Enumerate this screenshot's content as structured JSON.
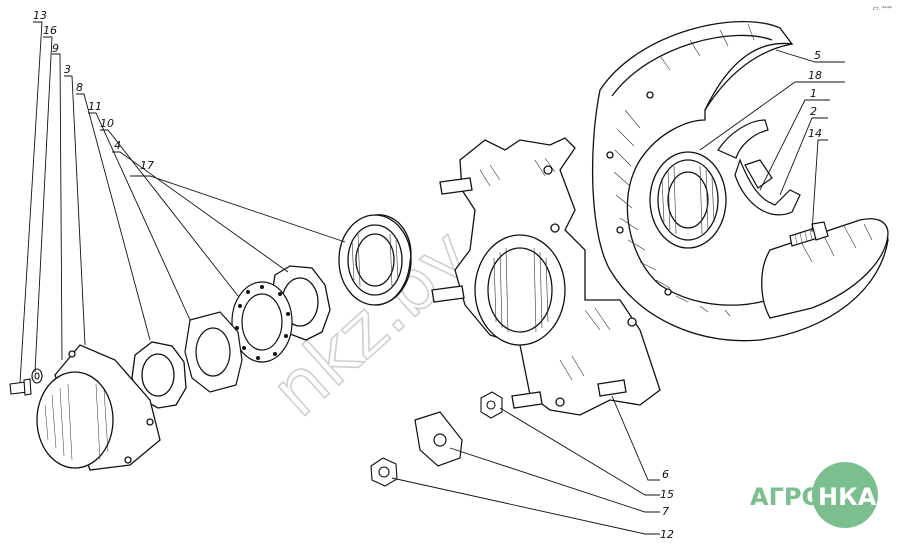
{
  "corner_mark": "ст. ****",
  "watermark": "nkz.by",
  "logo": {
    "text_left": "АГРО",
    "text_right": "НКА",
    "color": "#7bbf8e"
  },
  "callouts": [
    "13",
    "16",
    "9",
    "3",
    "8",
    "11",
    "10",
    "4",
    "17",
    "5",
    "18",
    "1",
    "2",
    "14",
    "6",
    "15",
    "7",
    "12"
  ]
}
